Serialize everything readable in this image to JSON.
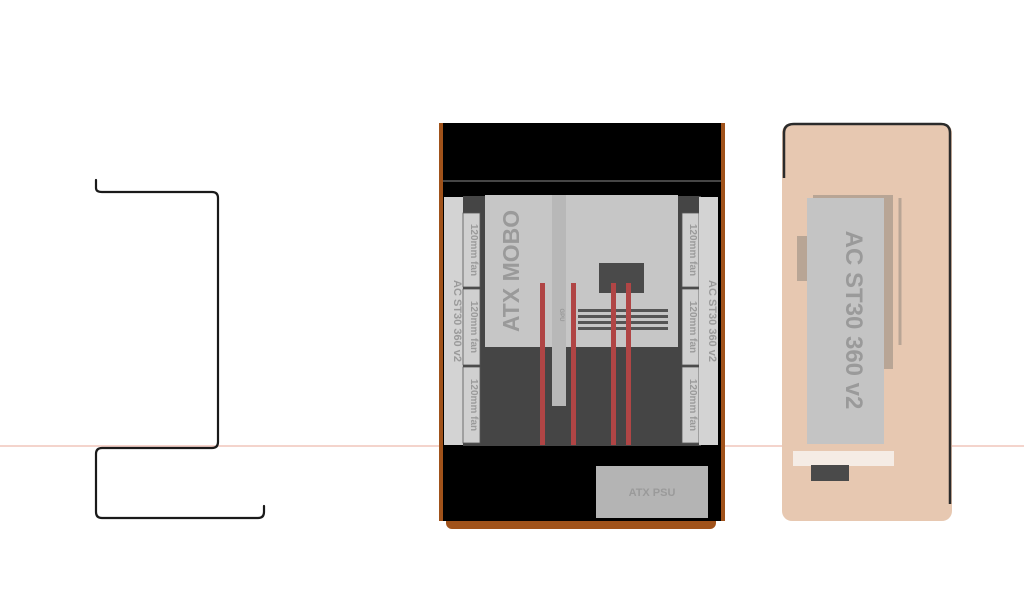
{
  "diagram": {
    "front_view": {
      "motherboard_label": "ATX MOBO",
      "gpu_label": "GPU",
      "psu_label": "ATX PSU",
      "left_radiator_label": "AC ST30 360 v2",
      "right_radiator_label": "AC ST30 360 v2",
      "fan_label": "120mm fan"
    },
    "side_view": {
      "radiator_label": "AC ST30 360 v2"
    },
    "colors": {
      "case_frame": "#a0521a",
      "case_interior": "#000000",
      "tray": "#454545",
      "motherboard": "#c6c6c6",
      "fan": "#d0d0d0",
      "ram_stick": "#b04545",
      "side_panel": "#e7c8b1",
      "guide_line": "#e9a99a"
    }
  }
}
